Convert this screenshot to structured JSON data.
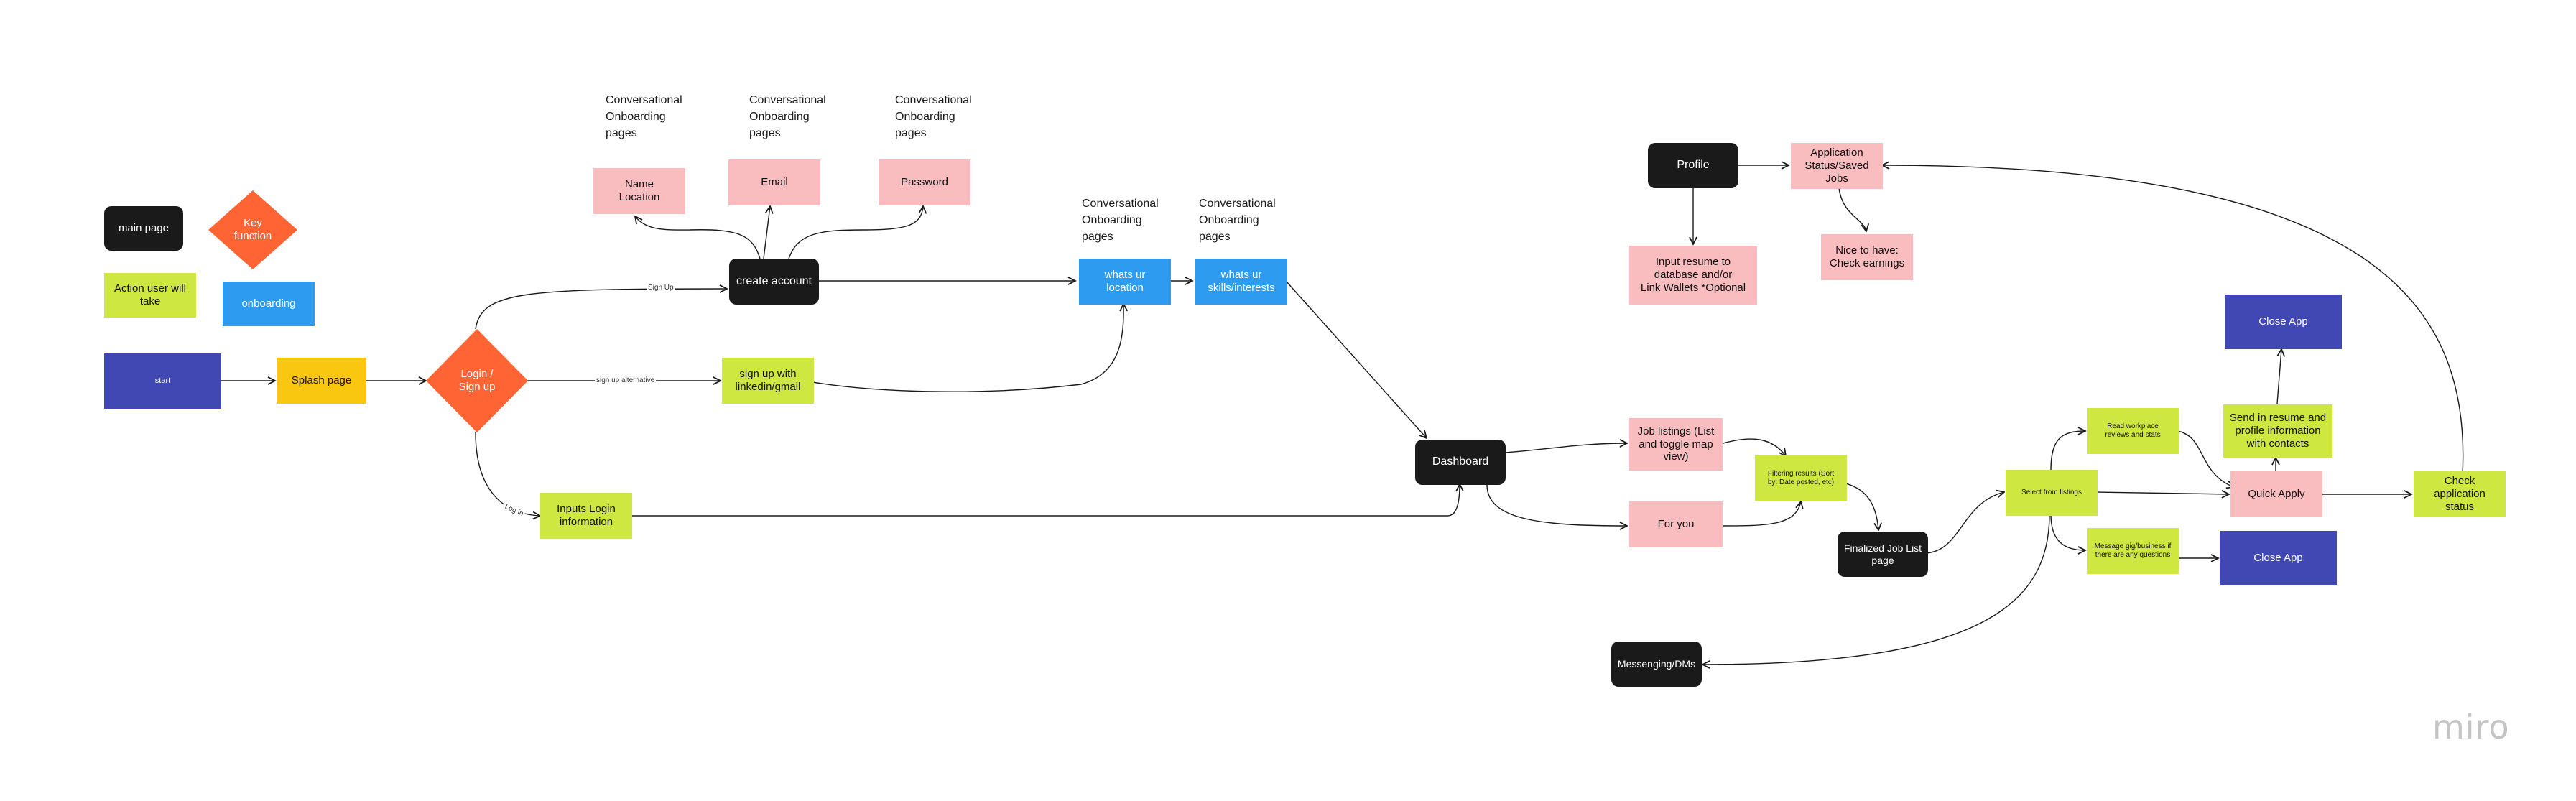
{
  "legend": {
    "main_page": "main page",
    "key_function": "Key\nfunction",
    "action": "Action user will\ntake",
    "onboarding": "onboarding",
    "start": "start"
  },
  "nodes": {
    "splash": "Splash page",
    "login": "Login /\nSign up",
    "create_account": "create account",
    "signup_linkedin": "sign up with\nlinkedin/gmail",
    "inputs_login": "Inputs Login\ninformation",
    "name_location": "Name\nLocation",
    "email": "Email",
    "password": "Password",
    "whats_location": "whats ur location",
    "whats_skills": "whats ur\nskills/interests",
    "dashboard": "Dashboard",
    "job_listings": "Job listings (List\nand toggle map\nview)",
    "for_you": "For you",
    "filtering": "Filtering results (Sort\nby: Date posted, etc)",
    "finalized": "Finalized Job List\npage",
    "messaging": "Messenging/DMs",
    "select_listings": "Select from listings",
    "read_reviews": "Read workplace\nreviews and stats",
    "message_gig": "Message gig/business if\nthere are any questions",
    "quick_apply": "Quick Apply",
    "send_resume": "Send in resume and\nprofile information\nwith contacts",
    "close_app_top": "Close App",
    "close_app_bottom": "Close App",
    "check_status": "Check application\nstatus",
    "profile": "Profile",
    "app_status": "Application\nStatus/Saved\nJobs",
    "input_resume": "Input resume to\ndatabase and/or\nLink Wallets *Optional",
    "nice_to_have": "Nice to have:\nCheck earnings"
  },
  "notes": {
    "conv1": "Conversational\nOnboarding\npages",
    "conv2": "Conversational\nOnboarding\npages",
    "conv3": "Conversational\nOnboarding\npages",
    "conv4": "Conversational\nOnboarding\npages",
    "conv5": "Conversational\nOnboarding\npages"
  },
  "edge_labels": {
    "sign_up": "Sign Up",
    "sign_up_alt": "sign up alternative",
    "log_in": "Log in"
  },
  "brand": {
    "logo": "miro"
  },
  "colors": {
    "dark": "#1a1a1a",
    "pink": "#f9bdc0",
    "lime": "#cee741",
    "blue": "#2d9bf0",
    "indigo": "#4147b3",
    "yellow": "#fac710",
    "orange": "#ff6534"
  }
}
